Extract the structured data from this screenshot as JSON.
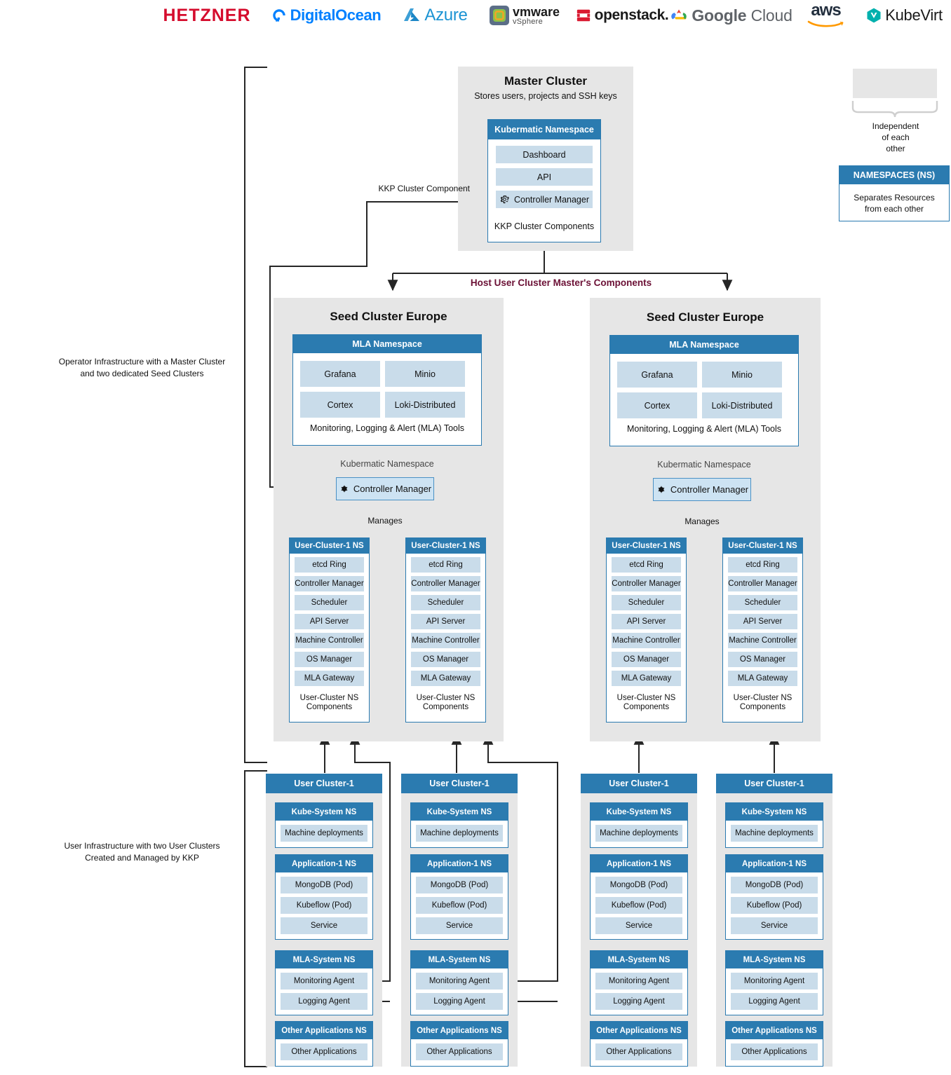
{
  "providers": [
    {
      "name": "hetzner",
      "label": "HETZNER"
    },
    {
      "name": "digitalocean",
      "label": "DigitalOcean"
    },
    {
      "name": "azure",
      "label": "Azure"
    },
    {
      "name": "vmware-vsphere",
      "label": "vmware",
      "sublabel": "vSphere"
    },
    {
      "name": "openstack",
      "label": "openstack."
    },
    {
      "name": "google-cloud",
      "label": "Google",
      "label2": "Cloud"
    },
    {
      "name": "aws",
      "label": "aws"
    },
    {
      "name": "kubevirt",
      "label": "KubeVirt"
    }
  ],
  "colors": {
    "header_blue": "#2b7bb0",
    "item_blue": "#c9dcea",
    "gray_panel": "#e6e6e6",
    "accent_maroon": "#6b1035",
    "link_blue": "#1b7ac0"
  },
  "master_cluster": {
    "title": "Master Cluster",
    "subtitle": "Stores users, projects and SSH keys",
    "namespace": {
      "header": "Kubermatic Namespace",
      "items": [
        "Dashboard",
        "API"
      ],
      "controller_manager": "Controller Manager",
      "caption": "KKP Cluster Components"
    }
  },
  "edge_labels": {
    "kkp_cluster_component": "KKP Cluster Component",
    "host_user_cluster": "Host User Cluster Master's Components",
    "manages": "Manages"
  },
  "legend": {
    "independent": "Independent\nof each\nother",
    "independent_lines": [
      "Independent",
      "of each",
      "other"
    ],
    "namespaces_header": "NAMESPACES (NS)",
    "namespaces_body_lines": [
      "Separates Resources",
      "from each other"
    ]
  },
  "side_notes": {
    "operator_lines": [
      "Operator Infrastructure with a Master Cluster",
      "and two dedicated Seed Clusters"
    ],
    "user_line1": "User Infrastructure with two User Clusters",
    "user_line2": "Created and Managed by KKP"
  },
  "seed_clusters": [
    {
      "title": "Seed Cluster Europe",
      "mla": {
        "header": "MLA Namespace",
        "items": [
          "Grafana",
          "Minio",
          "Cortex",
          "Loki-Distributed"
        ],
        "caption": "Monitoring, Logging & Alert (MLA) Tools"
      },
      "kubermatic_label": "Kubermatic Namespace",
      "controller_manager": "Controller Manager",
      "user_cluster_ns": [
        {
          "header": "User-Cluster-1 NS",
          "items": [
            "etcd Ring",
            "Controller Manager",
            "Scheduler",
            "API Server",
            "Machine Controller",
            "OS Manager",
            "MLA Gateway"
          ],
          "caption_lines": [
            "User-Cluster NS",
            "Components"
          ]
        },
        {
          "header": "User-Cluster-1 NS",
          "items": [
            "etcd Ring",
            "Controller Manager",
            "Scheduler",
            "API Server",
            "Machine Controller",
            "OS Manager",
            "MLA Gateway"
          ],
          "caption_lines": [
            "User-Cluster NS",
            "Components"
          ]
        }
      ]
    },
    {
      "title": "Seed Cluster Europe",
      "mla": {
        "header": "MLA Namespace",
        "items": [
          "Grafana",
          "Minio",
          "Cortex",
          "Loki-Distributed"
        ],
        "caption": "Monitoring, Logging & Alert (MLA) Tools"
      },
      "kubermatic_label": "Kubermatic Namespace",
      "controller_manager": "Controller Manager",
      "user_cluster_ns": [
        {
          "header": "User-Cluster-1 NS",
          "items": [
            "etcd Ring",
            "Controller Manager",
            "Scheduler",
            "API Server",
            "Machine Controller",
            "OS Manager",
            "MLA Gateway"
          ],
          "caption_lines": [
            "User-Cluster NS",
            "Components"
          ]
        },
        {
          "header": "User-Cluster-1 NS",
          "items": [
            "etcd Ring",
            "Controller Manager",
            "Scheduler",
            "API Server",
            "Machine Controller",
            "OS Manager",
            "MLA Gateway"
          ],
          "caption_lines": [
            "User-Cluster NS",
            "Components"
          ]
        }
      ]
    }
  ],
  "user_clusters": [
    {
      "header": "User Cluster-1",
      "namespaces": [
        {
          "header": "Kube-System NS",
          "items": [
            "Machine deployments"
          ]
        },
        {
          "header": "Application-1 NS",
          "items": [
            "MongoDB (Pod)",
            "Kubeflow (Pod)",
            "Service"
          ]
        },
        {
          "header": "MLA-System NS",
          "items": [
            "Monitoring Agent",
            "Logging Agent"
          ]
        },
        {
          "header": "Other Applications NS",
          "items": [
            "Other Applications"
          ]
        }
      ]
    },
    {
      "header": "User Cluster-1",
      "namespaces": [
        {
          "header": "Kube-System NS",
          "items": [
            "Machine deployments"
          ]
        },
        {
          "header": "Application-1 NS",
          "items": [
            "MongoDB (Pod)",
            "Kubeflow (Pod)",
            "Service"
          ]
        },
        {
          "header": "MLA-System NS",
          "items": [
            "Monitoring Agent",
            "Logging Agent"
          ]
        },
        {
          "header": "Other Applications NS",
          "items": [
            "Other Applications"
          ]
        }
      ]
    },
    {
      "header": "User Cluster-1",
      "namespaces": [
        {
          "header": "Kube-System NS",
          "items": [
            "Machine deployments"
          ]
        },
        {
          "header": "Application-1 NS",
          "items": [
            "MongoDB (Pod)",
            "Kubeflow (Pod)",
            "Service"
          ]
        },
        {
          "header": "MLA-System NS",
          "items": [
            "Monitoring Agent",
            "Logging Agent"
          ]
        },
        {
          "header": "Other Applications NS",
          "items": [
            "Other Applications"
          ]
        }
      ]
    },
    {
      "header": "User Cluster-1",
      "namespaces": [
        {
          "header": "Kube-System NS",
          "items": [
            "Machine deployments"
          ]
        },
        {
          "header": "Application-1 NS",
          "items": [
            "MongoDB (Pod)",
            "Kubeflow (Pod)",
            "Service"
          ]
        },
        {
          "header": "MLA-System NS",
          "items": [
            "Monitoring Agent",
            "Logging Agent"
          ]
        },
        {
          "header": "Other Applications NS",
          "items": [
            "Other Applications"
          ]
        }
      ]
    }
  ]
}
